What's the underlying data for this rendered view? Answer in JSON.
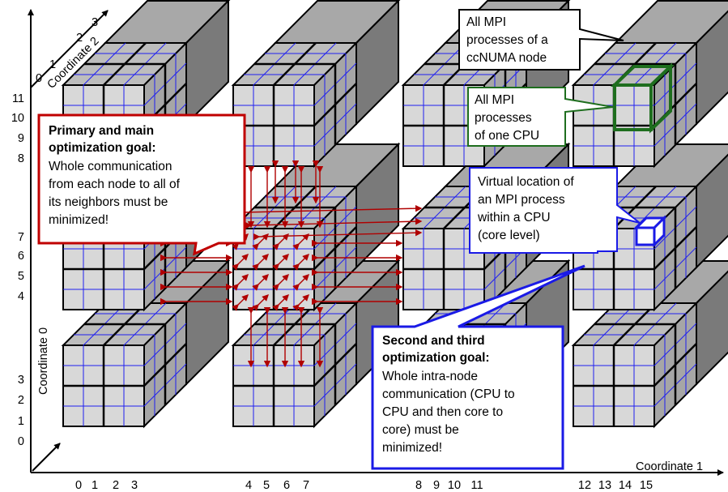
{
  "axes": {
    "coordinate_0": "Coordinate 0",
    "coordinate_1": "Coordinate 1",
    "coordinate_2": "Coordinate 2",
    "coord1_ticks": [
      "0",
      "1",
      "2",
      "3",
      "4",
      "5",
      "6",
      "7",
      "8",
      "9",
      "10",
      "11",
      "12",
      "13",
      "14",
      "15"
    ],
    "coord0_ticks_low": [
      "0",
      "1",
      "2",
      "3"
    ],
    "coord0_ticks_mid": [
      "4",
      "5",
      "6",
      "7"
    ],
    "coord0_ticks_high": [
      "8",
      "9",
      "10",
      "11"
    ],
    "coord2_ticks": [
      "0",
      "1",
      "2",
      "3"
    ]
  },
  "callouts": {
    "primary": {
      "title_lines": [
        "Primary and main",
        "optimization goal:"
      ],
      "body_lines": [
        "Whole communication",
        "from each node to all of",
        "its neighbors must be",
        "minimized!"
      ]
    },
    "second_third": {
      "title_lines": [
        "Second and third",
        "optimization goal:"
      ],
      "body_lines": [
        "Whole intra-node",
        "communication (CPU to",
        "CPU and then core to",
        "core) must be",
        "minimized!"
      ]
    },
    "ccnuma": {
      "lines": [
        "All MPI",
        "processes of a",
        "ccNUMA node"
      ]
    },
    "cpu": {
      "lines": [
        "All MPI",
        "processes",
        "of one  CPU"
      ]
    },
    "virtual": {
      "lines": [
        "Virtual location of",
        "an MPI process",
        "within a CPU",
        "(core level)"
      ]
    }
  },
  "colors": {
    "cube_front": "#d8d8d8",
    "cube_top": "#bdbdbd",
    "cube_side": "#a6a6a6",
    "back_cube": "#8c8c8c",
    "grid_line": "#1f1ff0",
    "arrow": "#b00000",
    "primary_border": "#c00000",
    "second_border": "#1a1ae6",
    "cpu_border": "#1e6e1e",
    "callout_border": "#000000"
  }
}
